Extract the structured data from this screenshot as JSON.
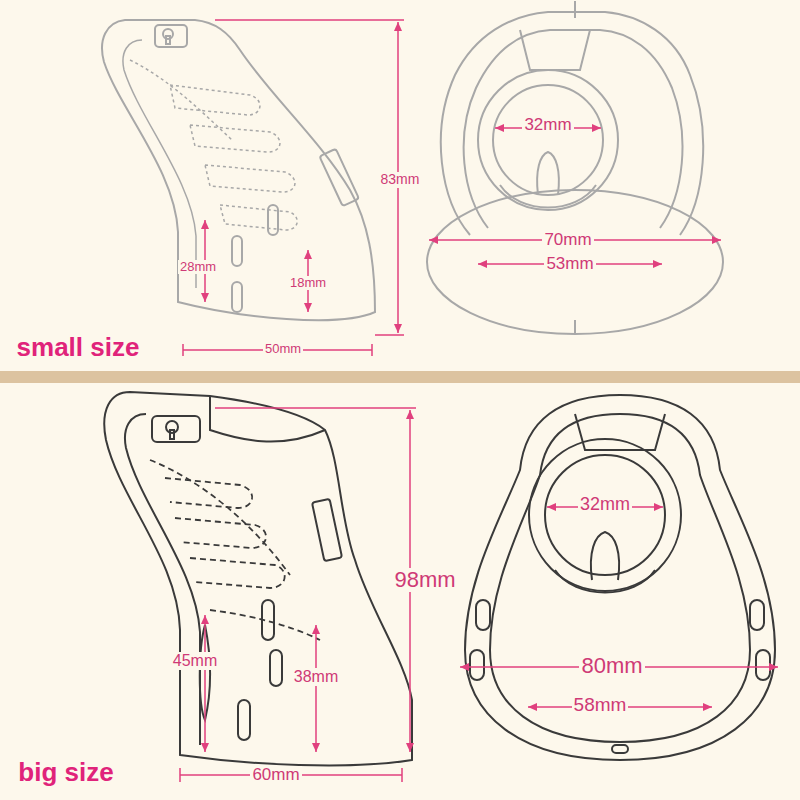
{
  "diagram": {
    "labels": [
      "small size",
      "83mm",
      "28mm",
      "18mm",
      "50mm",
      "32mm",
      "70mm",
      "53mm",
      "big size",
      "98mm",
      "45mm",
      "38mm",
      "60mm",
      "32mm",
      "80mm",
      "58mm"
    ]
  }
}
